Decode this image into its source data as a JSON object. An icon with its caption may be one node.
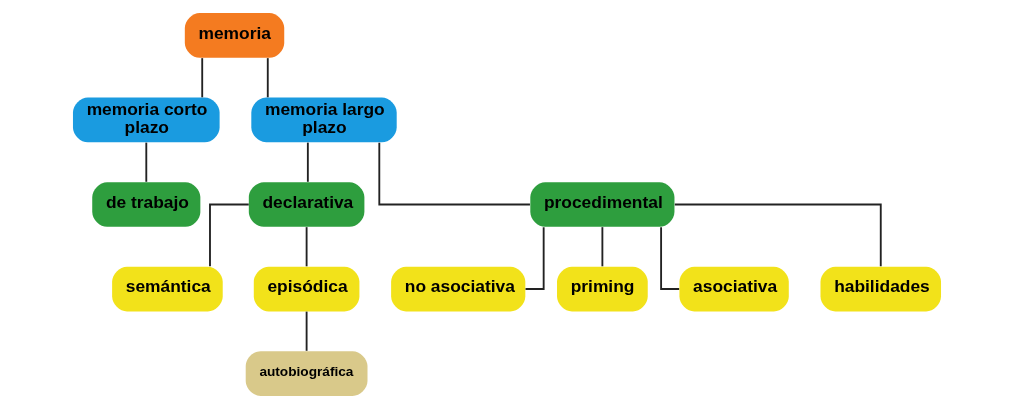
{
  "diagram": {
    "nodes": [
      {
        "text": [
          "memoria"
        ]
      },
      {
        "text": [
          "memoria corto plazo"
        ]
      },
      {
        "text": [
          "memoria largo plazo"
        ]
      },
      {
        "text": [
          "de trabajo"
        ]
      },
      {
        "text": [
          "declarativa"
        ]
      },
      {
        "text": [
          "procedimental"
        ]
      },
      {
        "text": [
          "semántica"
        ]
      },
      {
        "text": [
          "episódica"
        ]
      },
      {
        "text": [
          "autobiográfica"
        ]
      },
      {
        "text": [
          "no asociativa"
        ]
      },
      {
        "text": [
          "priming"
        ]
      },
      {
        "text": [
          "asociativa"
        ]
      },
      {
        "text": [
          "habilidades"
        ]
      }
    ],
    "edges": [
      {
        "from": 0,
        "to": 1,
        "arrow": "none"
      },
      {
        "from": 0,
        "to": 2,
        "arrow": "none"
      },
      {
        "from": 1,
        "to": 3,
        "arrow": "none"
      },
      {
        "from": 2,
        "to": 4,
        "arrow": "none"
      },
      {
        "from": 2,
        "to": 5,
        "arrow": "none"
      },
      {
        "from": 4,
        "to": 6,
        "arrow": "none"
      },
      {
        "from": 4,
        "to": 7,
        "arrow": "none"
      },
      {
        "from": 7,
        "to": 8,
        "arrow": "none"
      },
      {
        "from": 5,
        "to": 9,
        "arrow": "none"
      },
      {
        "from": 5,
        "to": 10,
        "arrow": "none"
      },
      {
        "from": 5,
        "to": 11,
        "arrow": "none"
      },
      {
        "from": 5,
        "to": 12,
        "arrow": "none"
      }
    ]
  }
}
